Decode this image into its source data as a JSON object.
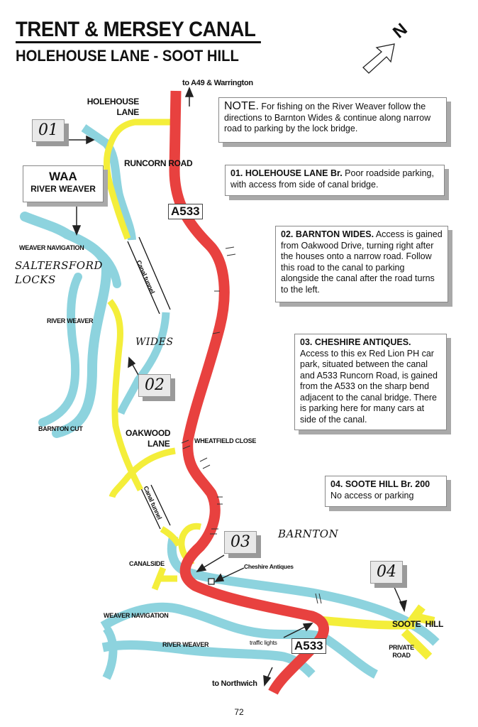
{
  "header": {
    "title": "TRENT & MERSEY CANAL",
    "subtitle": "HOLEHOUSE LANE - SOOT HILL"
  },
  "compass": {
    "label": "N"
  },
  "colors": {
    "canal": "#8dd3de",
    "main_road": "#e8413f",
    "minor_road": "#f4ee3a"
  },
  "notes": {
    "note": {
      "heading": "NOTE.",
      "text": "For fishing on the River Weaver follow the directions to Barnton Wides & continue along narrow road to parking by the lock bridge."
    },
    "n01": {
      "heading": "01. HOLEHOUSE LANE Br.",
      "text": "Poor roadside parking, with access from side of canal bridge."
    },
    "n02": {
      "heading": "02. BARNTON WIDES.",
      "text": "Access is gained from Oakwood Drive, turning right after the houses onto a narrow road. Follow this road to the canal to parking alongside the canal after the road turns to the left."
    },
    "n03": {
      "heading": "03. CHESHIRE ANTIQUES.",
      "text": "Access to this ex Red Lion PH car park, situated between the canal and A533 Runcorn Road, is gained from the A533 on the sharp bend adjacent to the canal bridge. There is parking here for many cars at side of the canal."
    },
    "n04": {
      "heading": "04. SOOTE HILL Br. 200",
      "text": "No access or parking"
    }
  },
  "badges": [
    "01",
    "02",
    "03",
    "04"
  ],
  "waa": {
    "line1": "WAA",
    "line2": "RIVER WEAVER"
  },
  "labels": {
    "to_a49": "to A49 & Warrington",
    "holehouse_lane": "HOLEHOUSE LANE",
    "runcorn_road": "RUNCORN ROAD",
    "a533_top": "A533",
    "weaver_nav_top": "WEAVER NAVIGATION",
    "saltersford": "SALTERSFORD",
    "locks": "LOCKS",
    "canal_tunnel_1": "Canal tunnel",
    "river_weaver_left": "RIVER WEAVER",
    "wides": "WIDES",
    "barnton_cut": "BARNTON CUT",
    "oakwood": "OAKWOOD",
    "lane": "LANE",
    "wheatfield": "WHEATFIELD CLOSE",
    "canal_tunnel_2": "Canal tunnel",
    "barnton": "BARNTON",
    "canalside": "CANALSIDE",
    "cheshire_antiques": "Cheshire Antiques",
    "weaver_nav_bottom": "WEAVER NAVIGATION",
    "river_weaver_bottom": "RIVER WEAVER",
    "traffic_lights": "traffic lights",
    "a533_bottom": "A533",
    "soote_hill": "SOOTE  HILL",
    "private_road": "PRIVATE ROAD",
    "to_northwich": "to Northwich"
  },
  "page_number": "72"
}
